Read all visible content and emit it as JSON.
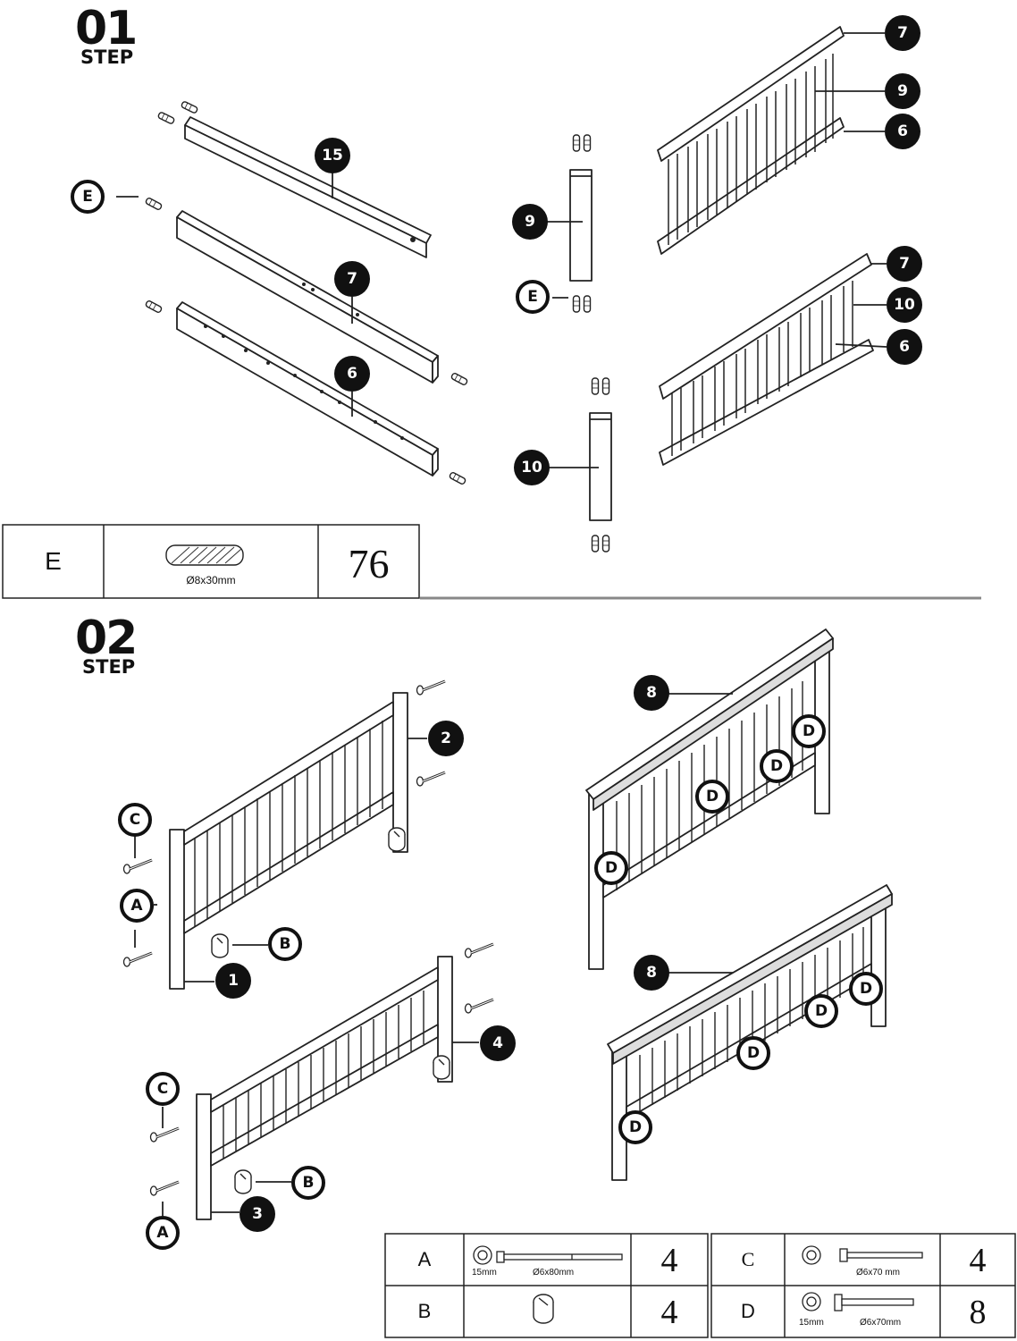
{
  "step1": {
    "number": "01",
    "word": "STEP",
    "callouts": [
      "15",
      "7",
      "6",
      "9",
      "10",
      "7",
      "9",
      "6",
      "7",
      "10",
      "6"
    ],
    "hardware_label": "E",
    "hardware_table": {
      "letter": "E",
      "size": "Ø8x30mm",
      "qty": "76"
    }
  },
  "step2": {
    "number": "02",
    "word": "STEP",
    "callouts": [
      "2",
      "1",
      "4",
      "3",
      "8",
      "8"
    ],
    "hardware_labels": {
      "a": "A",
      "b": "B",
      "c": "C",
      "d": "D"
    },
    "hardware_table": [
      {
        "letter": "A",
        "dim1": "15mm",
        "dim2": "Ø6x80mm",
        "qty": "4"
      },
      {
        "letter": "C",
        "dim1": "",
        "dim2": "Ø6x70 mm",
        "qty": "4"
      },
      {
        "letter": "B",
        "dim1": "",
        "dim2": "",
        "qty": "4"
      },
      {
        "letter": "D",
        "dim1": "15mm",
        "dim2": "Ø6x70mm",
        "qty": "8"
      }
    ]
  },
  "colors": {
    "ink": "#111111",
    "paper": "#ffffff",
    "divider": "#888888"
  }
}
